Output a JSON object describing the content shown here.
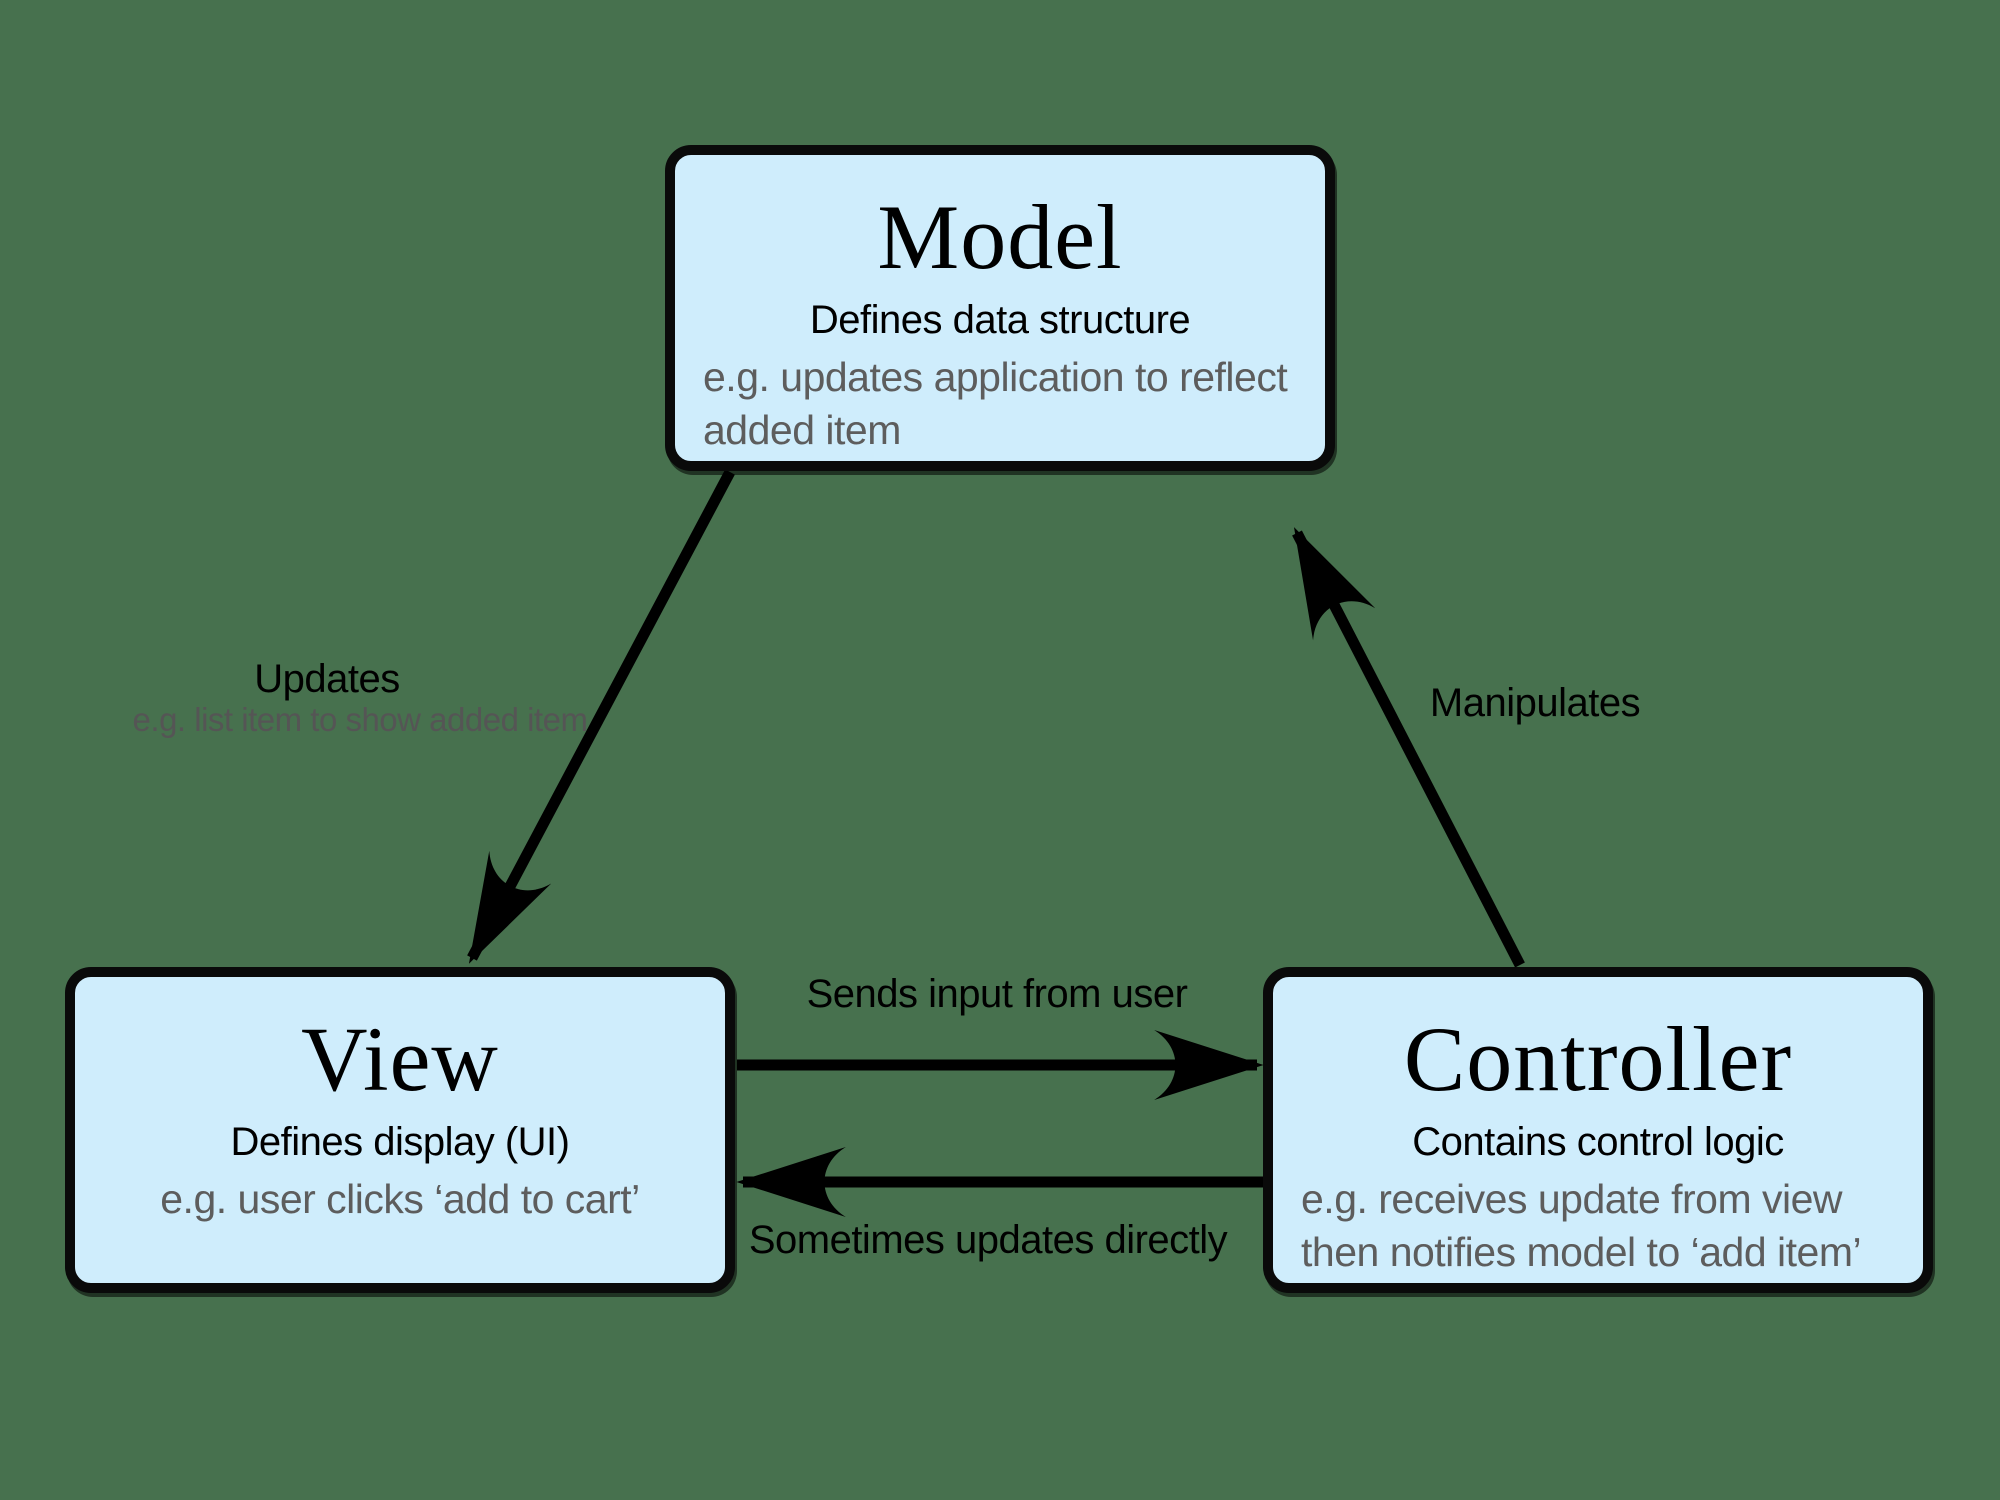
{
  "diagram": {
    "name": "Model-View-Controller diagram",
    "background_color": "#47714E",
    "box_fill_color": "#CFEDFC",
    "box_border_color": "#0A0A0A",
    "arrow_color": "#000000",
    "example_text_color": "#5d5d5d"
  },
  "boxes": {
    "model": {
      "title": "Model",
      "subtitle": "Defines data structure",
      "example": "e.g. updates application to reflect added item"
    },
    "view": {
      "title": "View",
      "subtitle": "Defines display (UI)",
      "example": "e.g. user clicks ‘add to cart’"
    },
    "controller": {
      "title": "Controller",
      "subtitle": "Contains control logic",
      "example": "e.g. receives update from view then notifies model to ‘add item’"
    }
  },
  "arrows": {
    "model_to_view": {
      "label": "Updates",
      "sublabel": "e.g. list item to show added item",
      "direction": "from Model bottom to View top"
    },
    "controller_to_model": {
      "label": "Manipulates",
      "direction": "from Controller top to Model bottom"
    },
    "view_to_controller": {
      "label": "Sends input from user",
      "direction": "from View right to Controller left"
    },
    "controller_to_view": {
      "label": "Sometimes updates directly",
      "direction": "from Controller left to View right"
    }
  }
}
